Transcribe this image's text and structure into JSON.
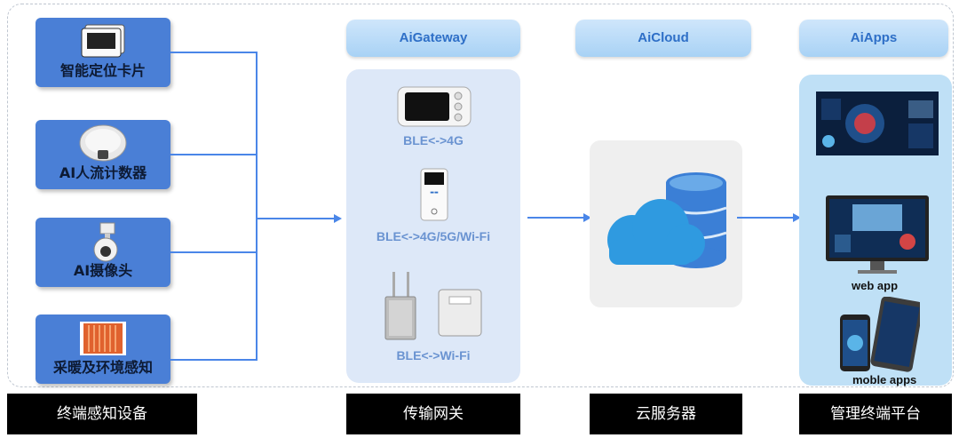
{
  "devices": [
    {
      "label": "智能定位卡片",
      "icon": "tablet-card-icon"
    },
    {
      "label": "AI人流计数器",
      "icon": "people-counter-icon"
    },
    {
      "label": "AI摄像头",
      "icon": "ptz-camera-icon"
    },
    {
      "label": "采暖及环境感知",
      "icon": "heater-sensor-icon"
    }
  ],
  "headers": {
    "gateway": "AiGateway",
    "cloud": "AiCloud",
    "apps": "AiApps"
  },
  "gateway": {
    "items": [
      {
        "caption": "BLE<->4G"
      },
      {
        "caption": "BLE<->4G/5G/Wi-Fi"
      },
      {
        "caption": "BLE<->Wi-Fi"
      }
    ]
  },
  "apps": {
    "web_caption": "web app",
    "mobile_caption": "moble apps"
  },
  "bottom_labels": [
    "终端感知设备",
    "传输网关",
    "云服务器",
    "管理终端平台"
  ],
  "colors": {
    "accent": "#4a86e8",
    "device_card": "#4a7fd6",
    "panel_light": "#dde8f8",
    "header": "#a8d2f5"
  }
}
